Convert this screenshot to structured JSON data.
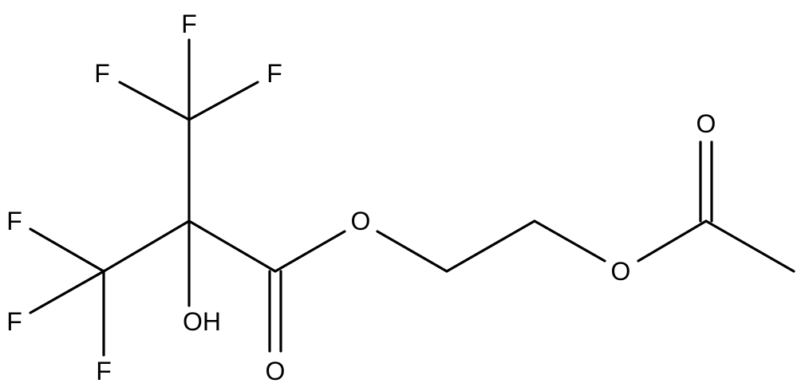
{
  "molecule": {
    "atoms": {
      "f_top": "F",
      "f_upper_left": "F",
      "f_upper_right": "F",
      "f_mid_left": "F",
      "f_lower_left": "F",
      "f_bottom": "F",
      "hydroxyl": "OH",
      "carbonyl_o_ester": "O",
      "ester_o": "O",
      "acetate_ester_o": "O",
      "acetate_carbonyl_o": "O"
    }
  }
}
